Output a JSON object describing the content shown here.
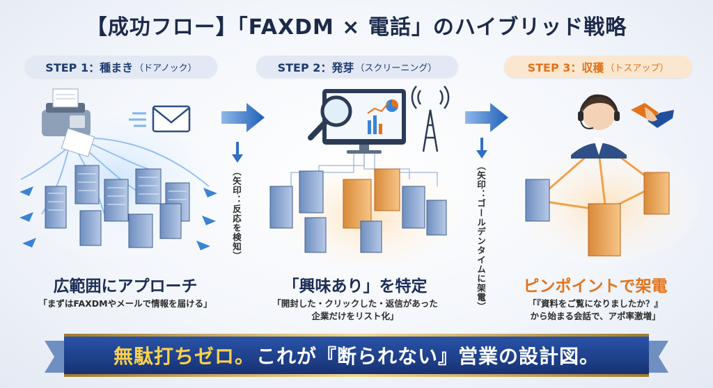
{
  "title": "【成功フロー】「FAXDM × 電話」のハイブリッド戦略",
  "steps": [
    {
      "label": "STEP 1：種まき",
      "sub": "（ドアノック）",
      "headline": "広範囲にアプローチ",
      "desc": [
        "「まずはFAXDMやメールで情報を届ける」"
      ]
    },
    {
      "label": "STEP 2：発芽",
      "sub": "（スクリーニング）",
      "headline": "「興味あり」を特定",
      "desc": [
        "「開封した・クリックした・返信があった",
        "企業だけをリスト化」"
      ]
    },
    {
      "label": "STEP 3：収穫",
      "sub": "（トスアップ）",
      "headline": "ピンポイントで架電",
      "desc": [
        "「『資料をご覧になりましたか？』",
        "から始まる会話で、アポ率激増」"
      ]
    }
  ],
  "arrow_notes": [
    "（矢印：反応を検知）",
    "（矢印：ゴールデンタイムに架電）"
  ],
  "banner": {
    "highlight": "無駄打ちゼロ。",
    "rest": "これが『断られない』営業の設計図。"
  },
  "colors": {
    "navy": "#1b2c55",
    "orange": "#e3731c",
    "blue_arrow": "#2f6fc4",
    "banner": "#1d3f8e",
    "gold": "#c9a24a"
  },
  "icons": [
    "fax-machine-icon",
    "envelope-icon",
    "building-icon",
    "magnifier-icon",
    "monitor-chart-icon",
    "antenna-tower-icon",
    "operator-headset-icon",
    "handshake-icon",
    "arrow-right-icon"
  ]
}
